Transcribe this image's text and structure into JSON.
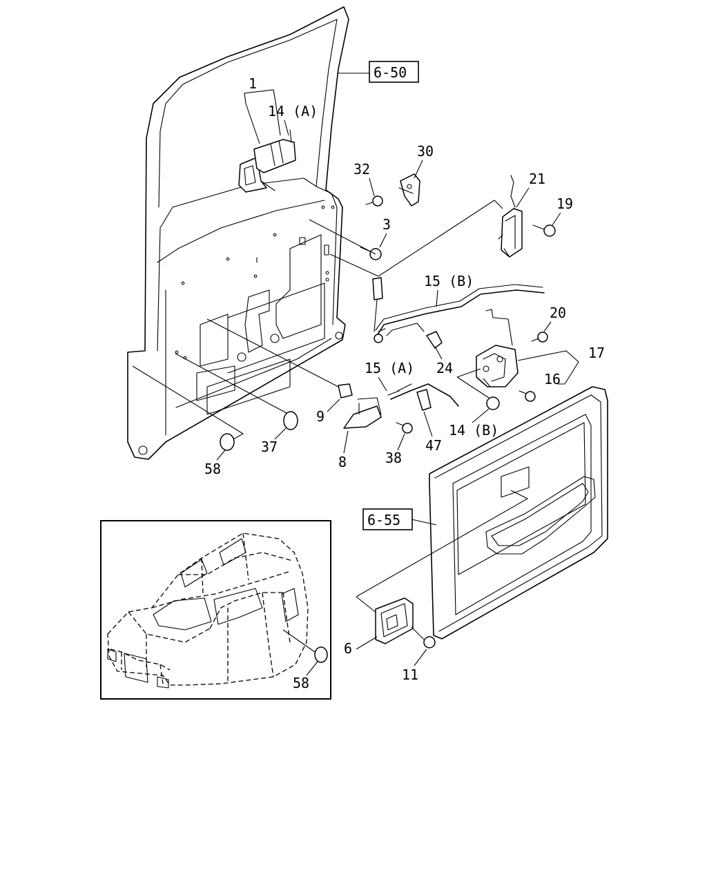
{
  "references": {
    "upper_door": "6-50",
    "trim_panel": "6-55"
  },
  "callouts": {
    "c1": "1",
    "c14a": "14 (A)",
    "c30": "30",
    "c32": "32",
    "c21": "21",
    "c19": "19",
    "c3": "3",
    "c15b": "15 (B)",
    "c20": "20",
    "c17": "17",
    "c24": "24",
    "c16": "16",
    "c15a": "15 (A)",
    "c9": "9",
    "c14b": "14 (B)",
    "c37": "37",
    "c47": "47",
    "c38": "38",
    "c8": "8",
    "c58_top": "58",
    "c6": "6",
    "c11": "11",
    "c58_inset": "58"
  }
}
